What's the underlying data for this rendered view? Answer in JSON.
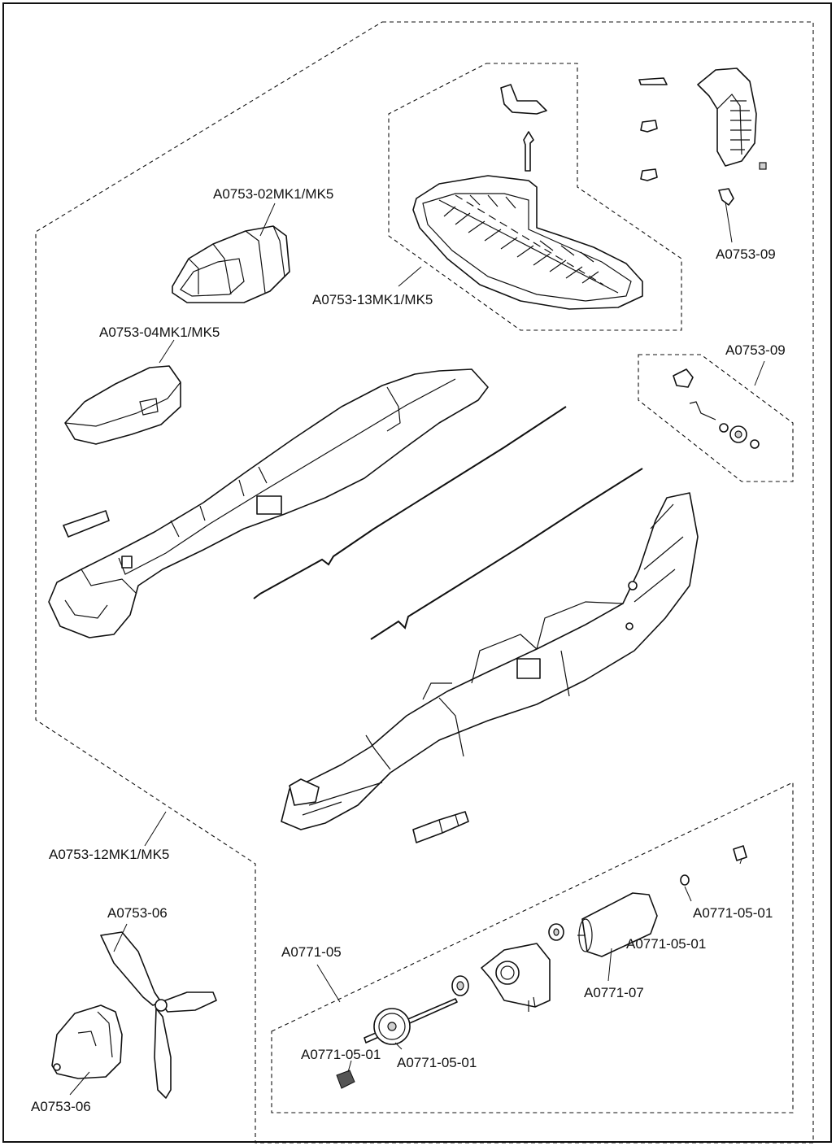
{
  "labels": {
    "canopy": "A0753-02MK1/MK5",
    "tail_set": "A0753-13MK1/MK5",
    "tail_hardware": "A0753-09",
    "hatch": "A0753-04MK1/MK5",
    "gear_set": "A0753-09",
    "fuselage": "A0753-12MK1/MK5",
    "propeller": "A0753-06",
    "spinner": "A0753-06",
    "gearbox_set": "A0771-05",
    "collet_nut": "A0771-05-01",
    "washer": "A0771-05-01",
    "motor": "A0771-07",
    "pinion": "A0771-05-01",
    "main_gear": "A0771-05-01"
  }
}
